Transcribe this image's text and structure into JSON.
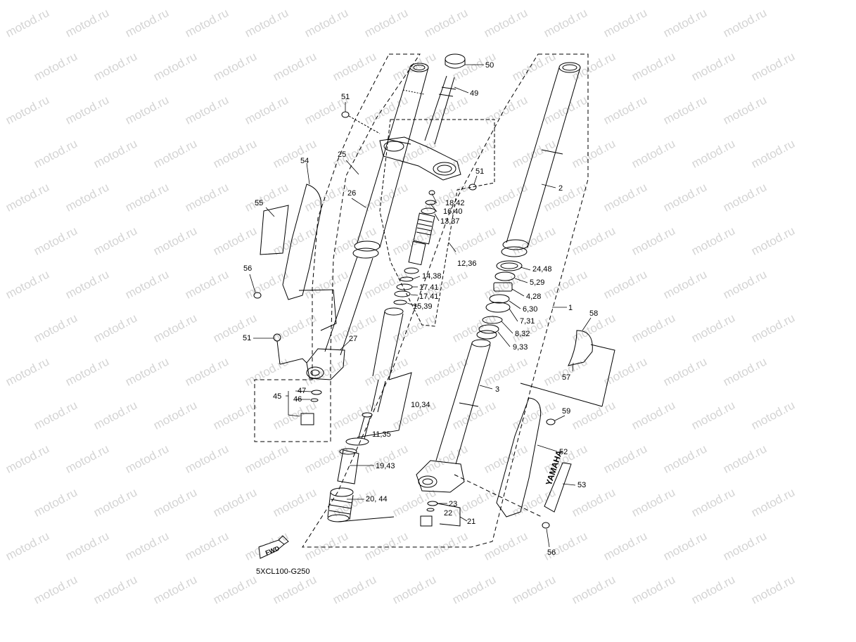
{
  "watermark": "motod.ru",
  "diagram_code": "5XCL100-G250",
  "fwd_label": "FWD",
  "brand_label": "YAMAHA",
  "colors": {
    "line": "#000000",
    "watermark": "#d4d4d4",
    "background": "#ffffff"
  },
  "callouts": {
    "c1": "1",
    "c2": "2",
    "c3": "3",
    "c4_28": "4,28",
    "c5_29": "5,29",
    "c6_30": "6,30",
    "c7_31": "7,31",
    "c8_32": "8,32",
    "c9_33": "9,33",
    "c10_34": "10,34",
    "c11_35": "11,35",
    "c12_36": "12,36",
    "c13_37": "13,37",
    "c14_38": "14,38",
    "c15_39": "15,39",
    "c16_40": "16,40",
    "c17_41a": "17,41",
    "c17_41b": "17,41",
    "c18_42": "18,42",
    "c19_43": "19,43",
    "c20_44": "20, 44",
    "c21": "21",
    "c22": "22",
    "c23": "23",
    "c24_48": "24,48",
    "c25": "25",
    "c26": "26",
    "c27": "27",
    "c45": "45",
    "c46": "46",
    "c47": "47",
    "c49": "49",
    "c50": "50",
    "c51a": "51",
    "c51b": "51",
    "c51c": "51",
    "c52": "52",
    "c53": "53",
    "c54": "54",
    "c55": "55",
    "c56a": "56",
    "c56b": "56",
    "c57": "57",
    "c58": "58",
    "c59": "59"
  }
}
